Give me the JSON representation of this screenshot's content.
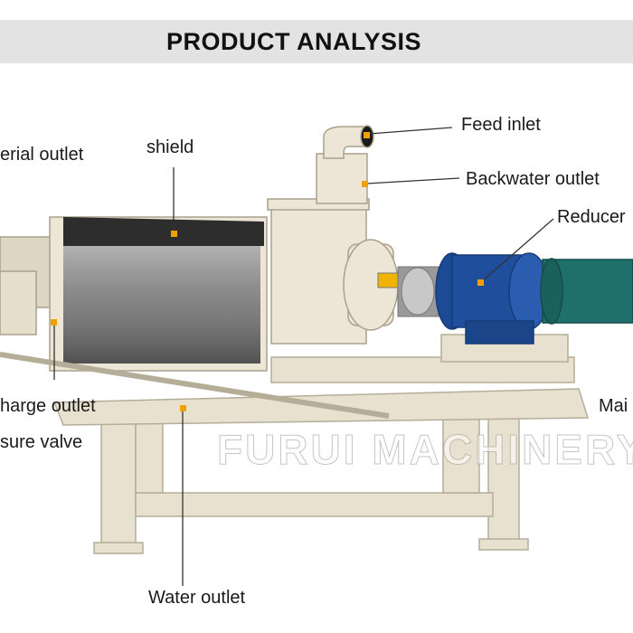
{
  "header": {
    "title": "PRODUCT ANALYSIS"
  },
  "labels": {
    "feed_inlet": "Feed inlet",
    "material_outlet": "erial outlet",
    "shield": "shield",
    "backwater_outlet": "Backwater outlet",
    "reducer": "Reducer",
    "discharge_outlet": "harge outlet",
    "pressure_valve": "sure valve",
    "main": "Mai",
    "water_outlet": "Water outlet"
  },
  "watermark": {
    "text": "FURUI MACHINERY"
  },
  "colors": {
    "banner": "#e3e3e3",
    "machine_body": "#ede6d6",
    "shield_dark": "#3d3d3d",
    "motor_blue": "#1f4f9c",
    "motor_teal": "#1f6f6a",
    "marker": "#f0a000"
  }
}
